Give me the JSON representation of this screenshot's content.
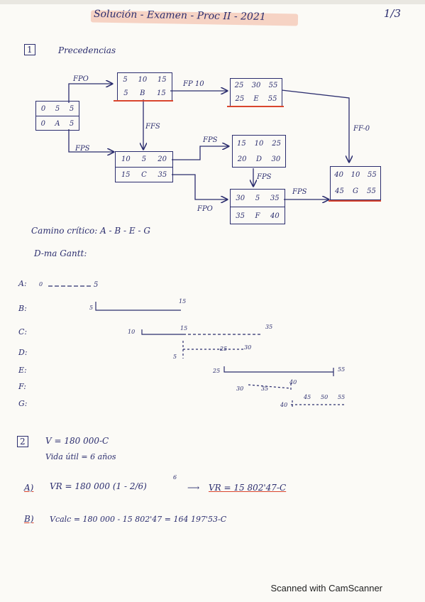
{
  "header": {
    "title": "Solución - Examen - Proc II - 2021",
    "page": "1/3"
  },
  "section1": {
    "number": "1",
    "heading": "Precedencias",
    "nodes": {
      "start": {
        "r1": [
          "0",
          "5",
          "5"
        ],
        "r2": [
          "0",
          "A",
          "5"
        ]
      },
      "B": {
        "r1": [
          "5",
          "10",
          "15"
        ],
        "r2": [
          "5",
          "B",
          "15"
        ]
      },
      "E": {
        "r1": [
          "25",
          "30",
          "55"
        ],
        "r2": [
          "25",
          "E",
          "55"
        ]
      },
      "C": {
        "r1": [
          "10",
          "5",
          "20"
        ],
        "r2": [
          "15",
          "C",
          "35"
        ]
      },
      "D": {
        "r1": [
          "15",
          "10",
          "25"
        ],
        "r2": [
          "20",
          "D",
          "30"
        ]
      },
      "F": {
        "r1": [
          "30",
          "5",
          "35"
        ],
        "r2": [
          "35",
          "F",
          "40"
        ]
      },
      "G": {
        "r1": [
          "40",
          "10",
          "55"
        ],
        "r2": [
          "45",
          "G",
          "55"
        ]
      }
    },
    "links": {
      "a_b": "FPO",
      "b_e": "FP 10",
      "a_c": "FPS",
      "b_c": "FFS",
      "c_d": "FPS",
      "d_f": "FPS",
      "c_f": "FPO",
      "f_g": "FPS",
      "e_g": "FF-0"
    },
    "critical_path": "Camino crítico: A - B - E - G",
    "gantt_title": "D-ma Gantt:"
  },
  "gantt": {
    "rows": [
      {
        "label": "A:",
        "ticks": [
          "0",
          "5"
        ]
      },
      {
        "label": "B:",
        "ticks": [
          "5",
          "15"
        ]
      },
      {
        "label": "C:",
        "ticks": [
          "10",
          "15",
          "35"
        ]
      },
      {
        "label": "D:",
        "ticks": [
          "5",
          "25",
          "30"
        ]
      },
      {
        "label": "E:",
        "ticks": [
          "25",
          "55"
        ]
      },
      {
        "label": "F:",
        "ticks": [
          "30",
          "35",
          "40"
        ]
      },
      {
        "label": "G:",
        "ticks": [
          "40",
          "45",
          "50",
          "55"
        ]
      }
    ]
  },
  "section2": {
    "number": "2",
    "line1": "V = 180 000-C",
    "line2": "Vida útil = 6 años",
    "a_label": "A)",
    "a_formula": "VR = 180 000 (1 - 2/6)",
    "a_exp": "6",
    "a_result": "VR = 15 802'47-C",
    "b_label": "B)",
    "b_formula": "Vcalc = 180 000 - 15 802'47 = 164 197'53-C"
  },
  "footer": "Scanned with CamScanner"
}
